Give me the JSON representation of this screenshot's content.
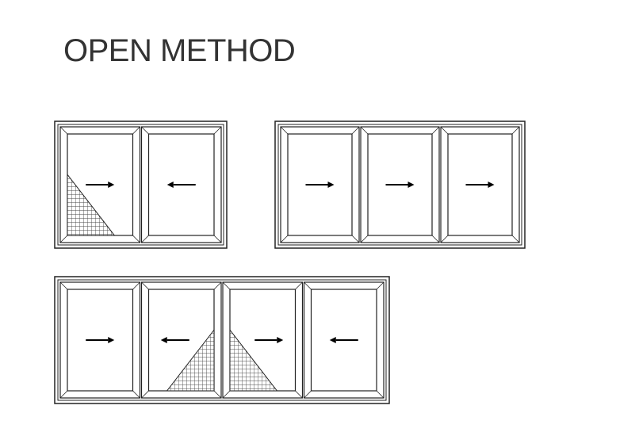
{
  "diagram": {
    "title": "OPEN METHOD",
    "colors": {
      "stroke": "#222222",
      "panel_fill": "#ffffff",
      "screen_mesh": "#555555",
      "arrow": "#000000"
    },
    "configurations": [
      {
        "id": "two-panel",
        "panels": [
          {
            "direction": "right",
            "screen": "bottom-left"
          },
          {
            "direction": "left",
            "screen": "none"
          }
        ]
      },
      {
        "id": "three-panel",
        "panels": [
          {
            "direction": "right",
            "screen": "none"
          },
          {
            "direction": "right",
            "screen": "none"
          },
          {
            "direction": "right",
            "screen": "none"
          }
        ]
      },
      {
        "id": "four-panel",
        "panels": [
          {
            "direction": "right",
            "screen": "none"
          },
          {
            "direction": "left",
            "screen": "bottom-right"
          },
          {
            "direction": "right",
            "screen": "bottom-left"
          },
          {
            "direction": "left",
            "screen": "none"
          }
        ]
      }
    ]
  }
}
